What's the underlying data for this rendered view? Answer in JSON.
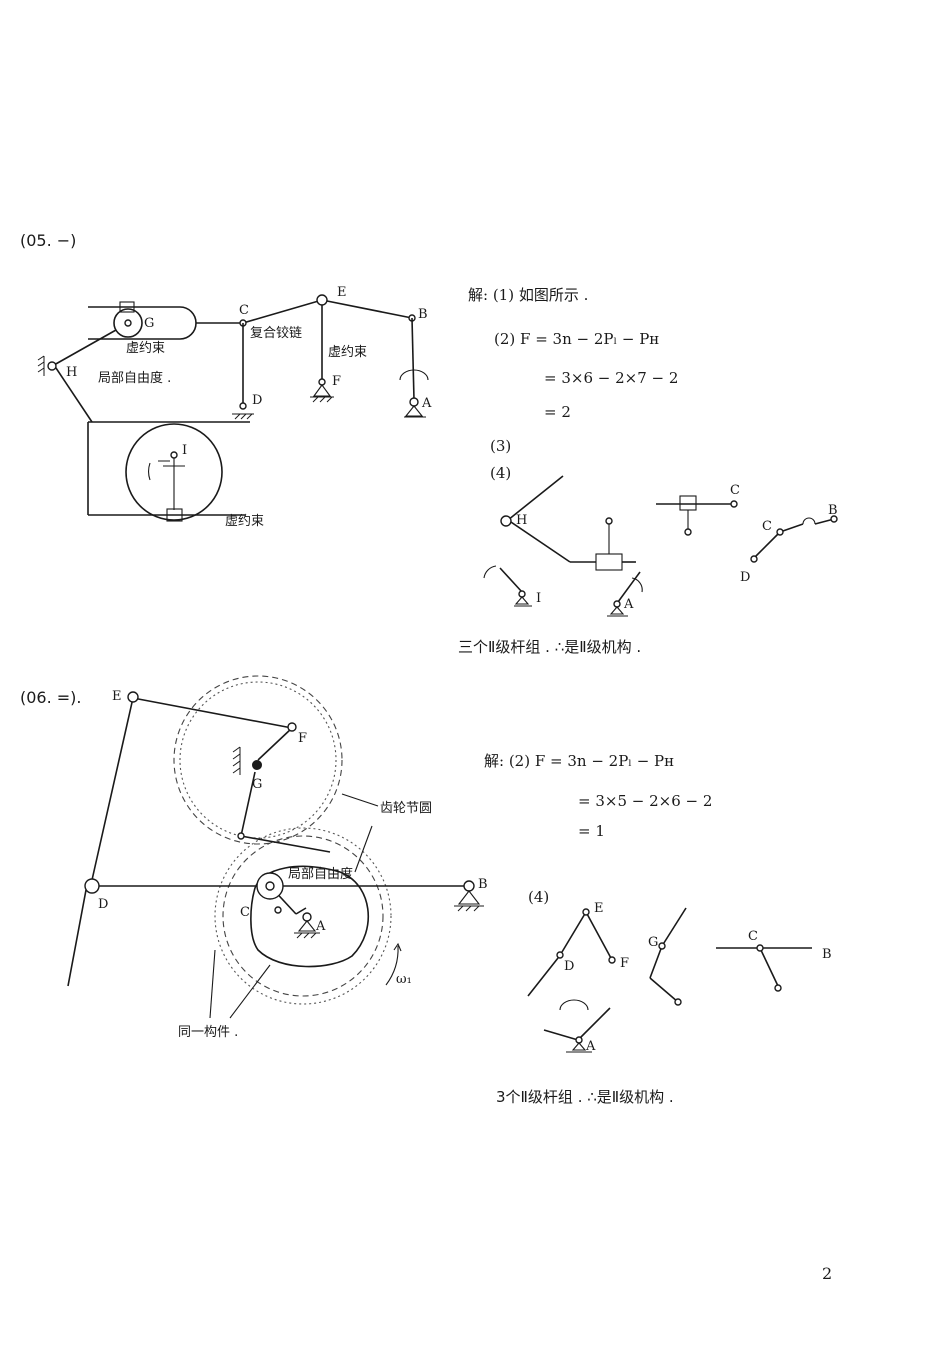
{
  "page": {
    "number": "2"
  },
  "problem05": {
    "tag": "(05. −)",
    "points": {
      "G": "G",
      "H": "H",
      "C": "C",
      "E": "E",
      "B": "B",
      "D": "D",
      "F": "F",
      "A": "A",
      "I": "I"
    },
    "notes": {
      "virtual1": "虚约束",
      "local_dof": "局部自由度 .",
      "compound_hinge": "复合铰链",
      "virtual2": "虚约束",
      "virtual3": "虚约束"
    },
    "solution": {
      "line1": "解: (1) 如图所示 .",
      "line2": "(2) F = 3n − 2Pₗ − Pʜ",
      "line3": "= 3×6 − 2×7 − 2",
      "line4": "= 2",
      "line5": "(3)",
      "line6": "(4)"
    },
    "groups": {
      "H": "H",
      "I": "I",
      "A": "A",
      "C": "C",
      "Cb": "C",
      "B": "B",
      "D": "D"
    },
    "conclusion": "三个Ⅱ级杆组 . ∴是Ⅱ级机构 ."
  },
  "problem06": {
    "tag": "(06. =).",
    "points": {
      "E": "E",
      "F": "F",
      "G": "G",
      "D": "D",
      "B": "B",
      "C": "C",
      "A": "A",
      "omega": "ω₁"
    },
    "notes": {
      "pitch_circle": "齿轮节圆",
      "local_dof": "局部自由度",
      "same_member": "同一构件 ."
    },
    "solution": {
      "line1": "解: (2) F = 3n − 2Pₗ − Pʜ",
      "line2": "= 3×5 − 2×6 − 2",
      "line3": "= 1",
      "line4": "(4)"
    },
    "groups": {
      "E": "E",
      "D": "D",
      "F": "F",
      "G": "G",
      "C": "C",
      "B": "B",
      "A": "A"
    },
    "conclusion": "3个Ⅱ级杆组 . ∴是Ⅱ级机构 ."
  }
}
